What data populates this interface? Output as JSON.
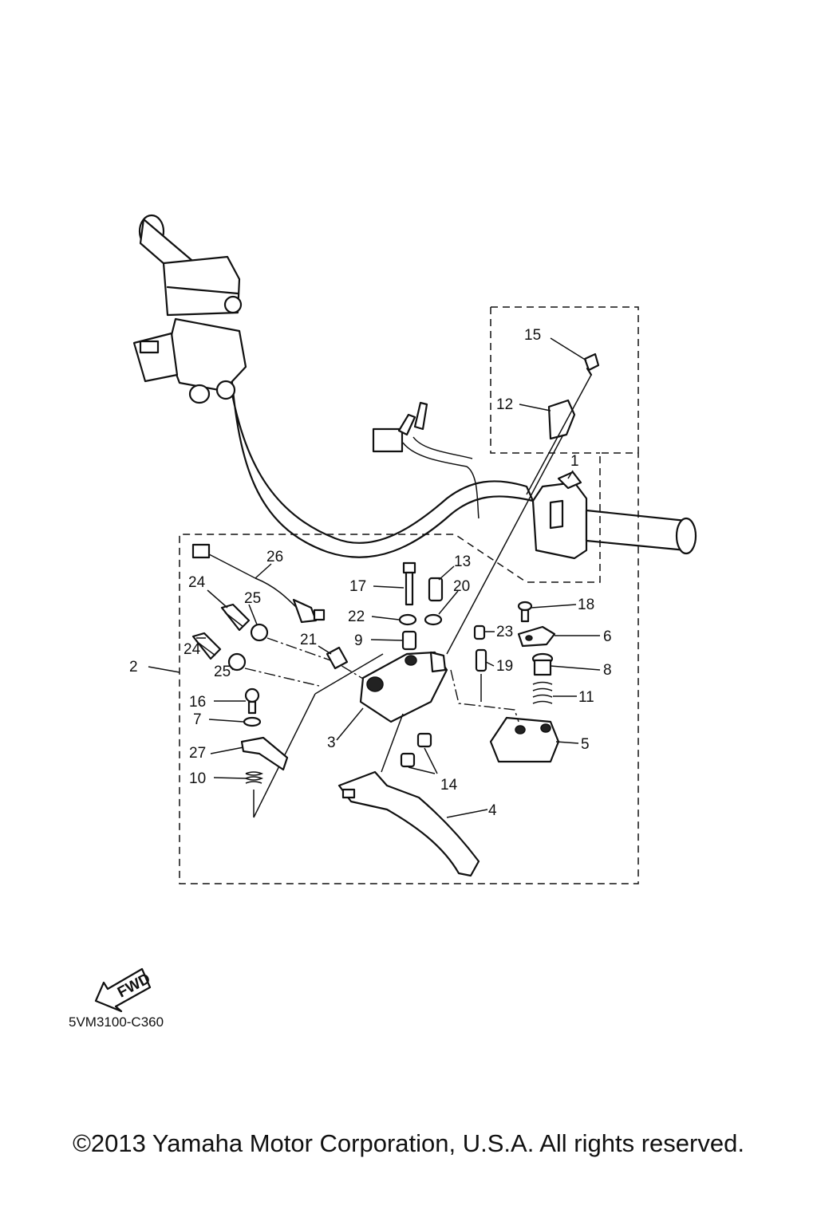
{
  "diagram_code": "5VM3100-C360",
  "copyright": "©2013 Yamaha Motor Corporation, U.S.A. All rights reserved.",
  "fwd_label": "FWD",
  "callouts": [
    {
      "id": "p1",
      "text": "1"
    },
    {
      "id": "p2",
      "text": "2"
    },
    {
      "id": "p3",
      "text": "3"
    },
    {
      "id": "p4",
      "text": "4"
    },
    {
      "id": "p5",
      "text": "5"
    },
    {
      "id": "p6",
      "text": "6"
    },
    {
      "id": "p7",
      "text": "7"
    },
    {
      "id": "p8",
      "text": "8"
    },
    {
      "id": "p9",
      "text": "9"
    },
    {
      "id": "p10",
      "text": "10"
    },
    {
      "id": "p11",
      "text": "11"
    },
    {
      "id": "p12",
      "text": "12"
    },
    {
      "id": "p13",
      "text": "13"
    },
    {
      "id": "p14",
      "text": "14"
    },
    {
      "id": "p15",
      "text": "15"
    },
    {
      "id": "p16",
      "text": "16"
    },
    {
      "id": "p17",
      "text": "17"
    },
    {
      "id": "p18",
      "text": "18"
    },
    {
      "id": "p19",
      "text": "19"
    },
    {
      "id": "p20",
      "text": "20"
    },
    {
      "id": "p21",
      "text": "21"
    },
    {
      "id": "p22",
      "text": "22"
    },
    {
      "id": "p23",
      "text": "23"
    },
    {
      "id": "p24a",
      "text": "24"
    },
    {
      "id": "p24b",
      "text": "24"
    },
    {
      "id": "p25a",
      "text": "25"
    },
    {
      "id": "p25b",
      "text": "25"
    },
    {
      "id": "p26",
      "text": "26"
    },
    {
      "id": "p27",
      "text": "27"
    }
  ]
}
